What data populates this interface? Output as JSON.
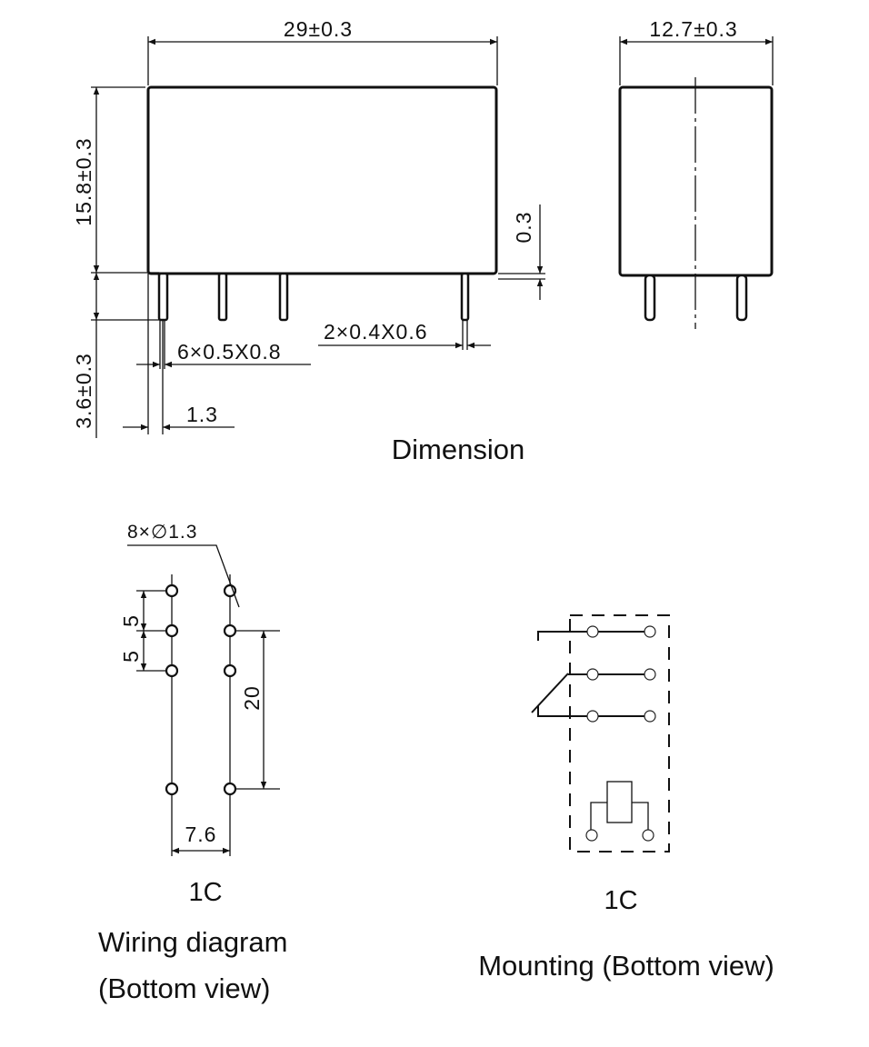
{
  "dimension": {
    "length": "29±0.3",
    "width": "12.7±0.3",
    "height": "15.8±0.3",
    "standoff": "0.3",
    "pin_length": "3.6±0.3",
    "coil_pins": "6×0.5X0.8",
    "contact_pins": "2×0.4X0.6",
    "pin_offset": "1.3",
    "caption": "Dimension"
  },
  "wiring": {
    "holes": "8×∅1.3",
    "pitch_1": "5",
    "pitch_2": "5",
    "span": "20",
    "row_spacing": "7.6",
    "type": "1C",
    "caption_line1": "Wiring diagram",
    "caption_line2": "(Bottom view)"
  },
  "mounting": {
    "type": "1C",
    "caption": "Mounting (Bottom view)"
  }
}
